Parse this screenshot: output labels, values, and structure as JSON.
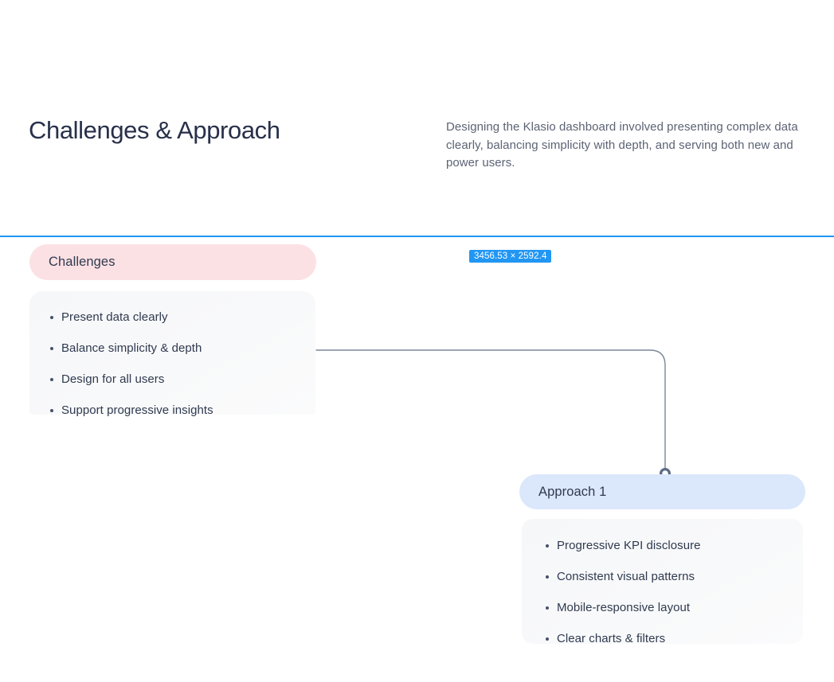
{
  "page": {
    "title": "Challenges & Approach",
    "intro": "Designing the Klasio dashboard involved presenting complex data clearly, balancing simplicity with depth, and serving both new and power users."
  },
  "selection": {
    "size_badge": "3456.53 × 2592.4",
    "badge_color": "#2196f3",
    "guide_line_color": "#2196f3"
  },
  "challenges_card": {
    "header_label": "Challenges",
    "header_color": "#fce1e4",
    "body_color": "#f7f8f9",
    "items": [
      "Present data clearly",
      "Balance simplicity & depth",
      "Design for all users",
      "Support progressive insights"
    ]
  },
  "approach_card": {
    "header_label": "Approach 1",
    "header_color": "#dbe7fb",
    "body_color": "#f7f8f9",
    "items": [
      "Progressive KPI disclosure",
      "Consistent visual patterns",
      "Mobile-responsive layout",
      "Clear charts & filters"
    ]
  },
  "connector": {
    "line_color": "#7b8798",
    "endpoint_ring_color": "#5b6b84",
    "endpoint_fill_color": "#ffffff"
  }
}
